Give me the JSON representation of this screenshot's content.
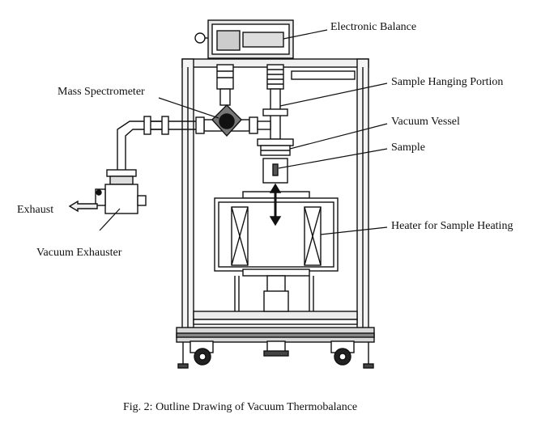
{
  "labels": {
    "electronic_balance": "Electronic Balance",
    "mass_spectrometer": "Mass Spectrometer",
    "sample_hanging_portion": "Sample Hanging Portion",
    "vacuum_vessel": "Vacuum Vessel",
    "sample": "Sample",
    "exhaust": "Exhaust",
    "heater": "Heater for Sample Heating",
    "vacuum_exhauster": "Vacuum Exhauster"
  },
  "caption": "Fig. 2: Outline Drawing of Vacuum Thermobalance"
}
